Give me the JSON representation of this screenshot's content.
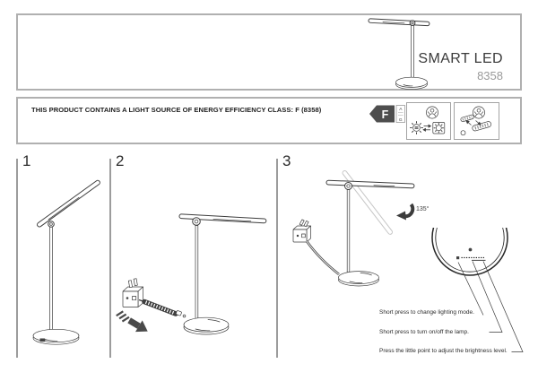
{
  "header": {
    "product_name": "SMART LED",
    "model": "8358"
  },
  "banner": {
    "text": "THIS PRODUCT CONTAINS A LIGHT SOURCE OF ENERGY EFFICIENCY CLASS: F (8358)",
    "energy_label": {
      "class": "F",
      "scale_top": "A",
      "scale_bottom": "G"
    }
  },
  "steps": {
    "one": {
      "number": "1"
    },
    "two": {
      "number": "2"
    },
    "three": {
      "number": "3",
      "rotation_angle": "135°",
      "callouts": [
        "Short press to change lighting mode.",
        "Short press to turn on/off the lamp.",
        "Press the little point to adjust the brightness level."
      ]
    }
  },
  "icons": {
    "energy_class_arrow": "energy-class-arrow-icon",
    "professional_service": "service-person-lamp-icon",
    "light_source_replace": "light-source-replacement-icon",
    "rotation_arrow": "rotation-arrow-icon",
    "power_adapter": "power-adapter-icon",
    "insert_arrow": "plug-insert-arrow-icon"
  },
  "colors": {
    "frame_border": "#b0b0b0",
    "line_art": "#3d3d3d",
    "muted_text": "#9a9a9a",
    "ghost_line": "#c6c6c6"
  }
}
